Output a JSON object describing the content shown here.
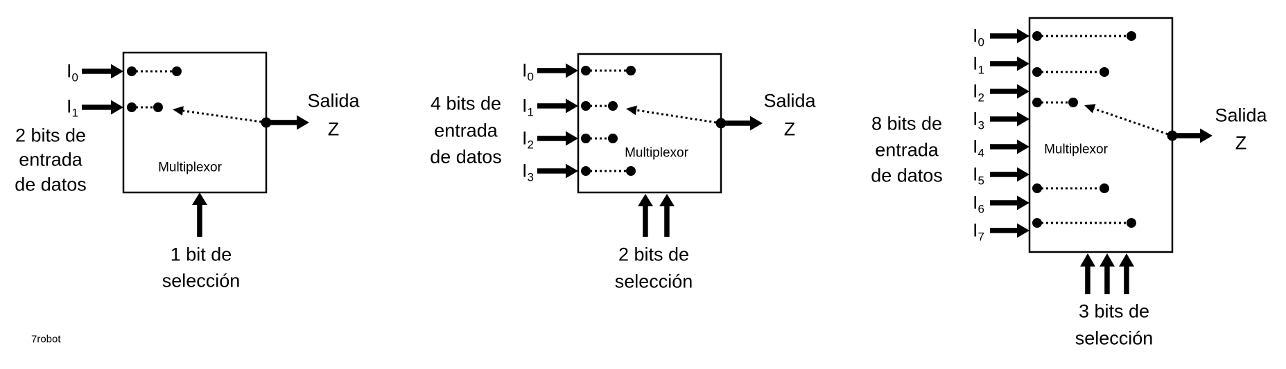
{
  "colors": {
    "ink": "#000000",
    "background": "#ffffff"
  },
  "credit": "7robot",
  "diagrams": [
    {
      "name": "multiplexor-2-entradas",
      "data_bits_label_lines": [
        "2 bits de",
        "entrada",
        "de datos"
      ],
      "inputs": [
        {
          "base": "I",
          "sub": "0"
        },
        {
          "base": "I",
          "sub": "1"
        }
      ],
      "box_label": "Multiplexor",
      "output_label_lines": [
        "Salida",
        "Z"
      ],
      "select_label_lines": [
        "1 bit de",
        "selección"
      ]
    },
    {
      "name": "multiplexor-4-entradas",
      "data_bits_label_lines": [
        "4 bits de",
        "entrada",
        "de datos"
      ],
      "inputs": [
        {
          "base": "I",
          "sub": "0"
        },
        {
          "base": "I",
          "sub": "1"
        },
        {
          "base": "I",
          "sub": "2"
        },
        {
          "base": "I",
          "sub": "3"
        }
      ],
      "box_label": "Multiplexor",
      "output_label_lines": [
        "Salida",
        "Z"
      ],
      "select_label_lines": [
        "2 bits de",
        "selección"
      ]
    },
    {
      "name": "multiplexor-8-entradas",
      "data_bits_label_lines": [
        "8 bits de",
        "entrada",
        "de datos"
      ],
      "inputs": [
        {
          "base": "I",
          "sub": "0"
        },
        {
          "base": "I",
          "sub": "1"
        },
        {
          "base": "I",
          "sub": "2"
        },
        {
          "base": "I",
          "sub": "3"
        },
        {
          "base": "I",
          "sub": "4"
        },
        {
          "base": "I",
          "sub": "5"
        },
        {
          "base": "I",
          "sub": "6"
        },
        {
          "base": "I",
          "sub": "7"
        }
      ],
      "box_label": "Multiplexor",
      "output_label_lines": [
        "Salida",
        "Z"
      ],
      "select_label_lines": [
        "3 bits de",
        "selección"
      ]
    }
  ]
}
